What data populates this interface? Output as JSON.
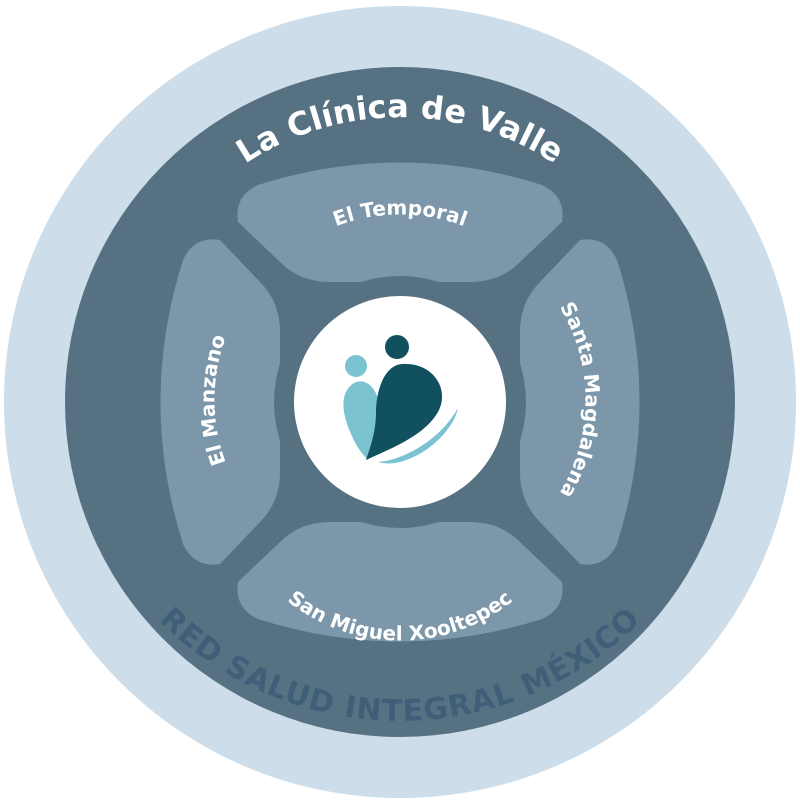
{
  "outer_ring": {
    "label": "RED SALUD INTEGRAL MÉXICO"
  },
  "main_ring": {
    "label": "La Clínica de Valle"
  },
  "segments": {
    "top": "El Temporal",
    "right": "Santa Magdalena",
    "bottom": "San Miguel Xooltepec",
    "left": "El Manzano"
  },
  "center": {
    "logo": "two-figures-logo-icon"
  },
  "colors": {
    "outer_ring": "#cddde9",
    "main_ring": "#567282",
    "segment": "#7b97a9",
    "center": "#ffffff",
    "outer_text": "#3f5f78",
    "light_text": "#ffffff",
    "logo_light": "#7cc3d1",
    "logo_dark": "#11505e"
  }
}
